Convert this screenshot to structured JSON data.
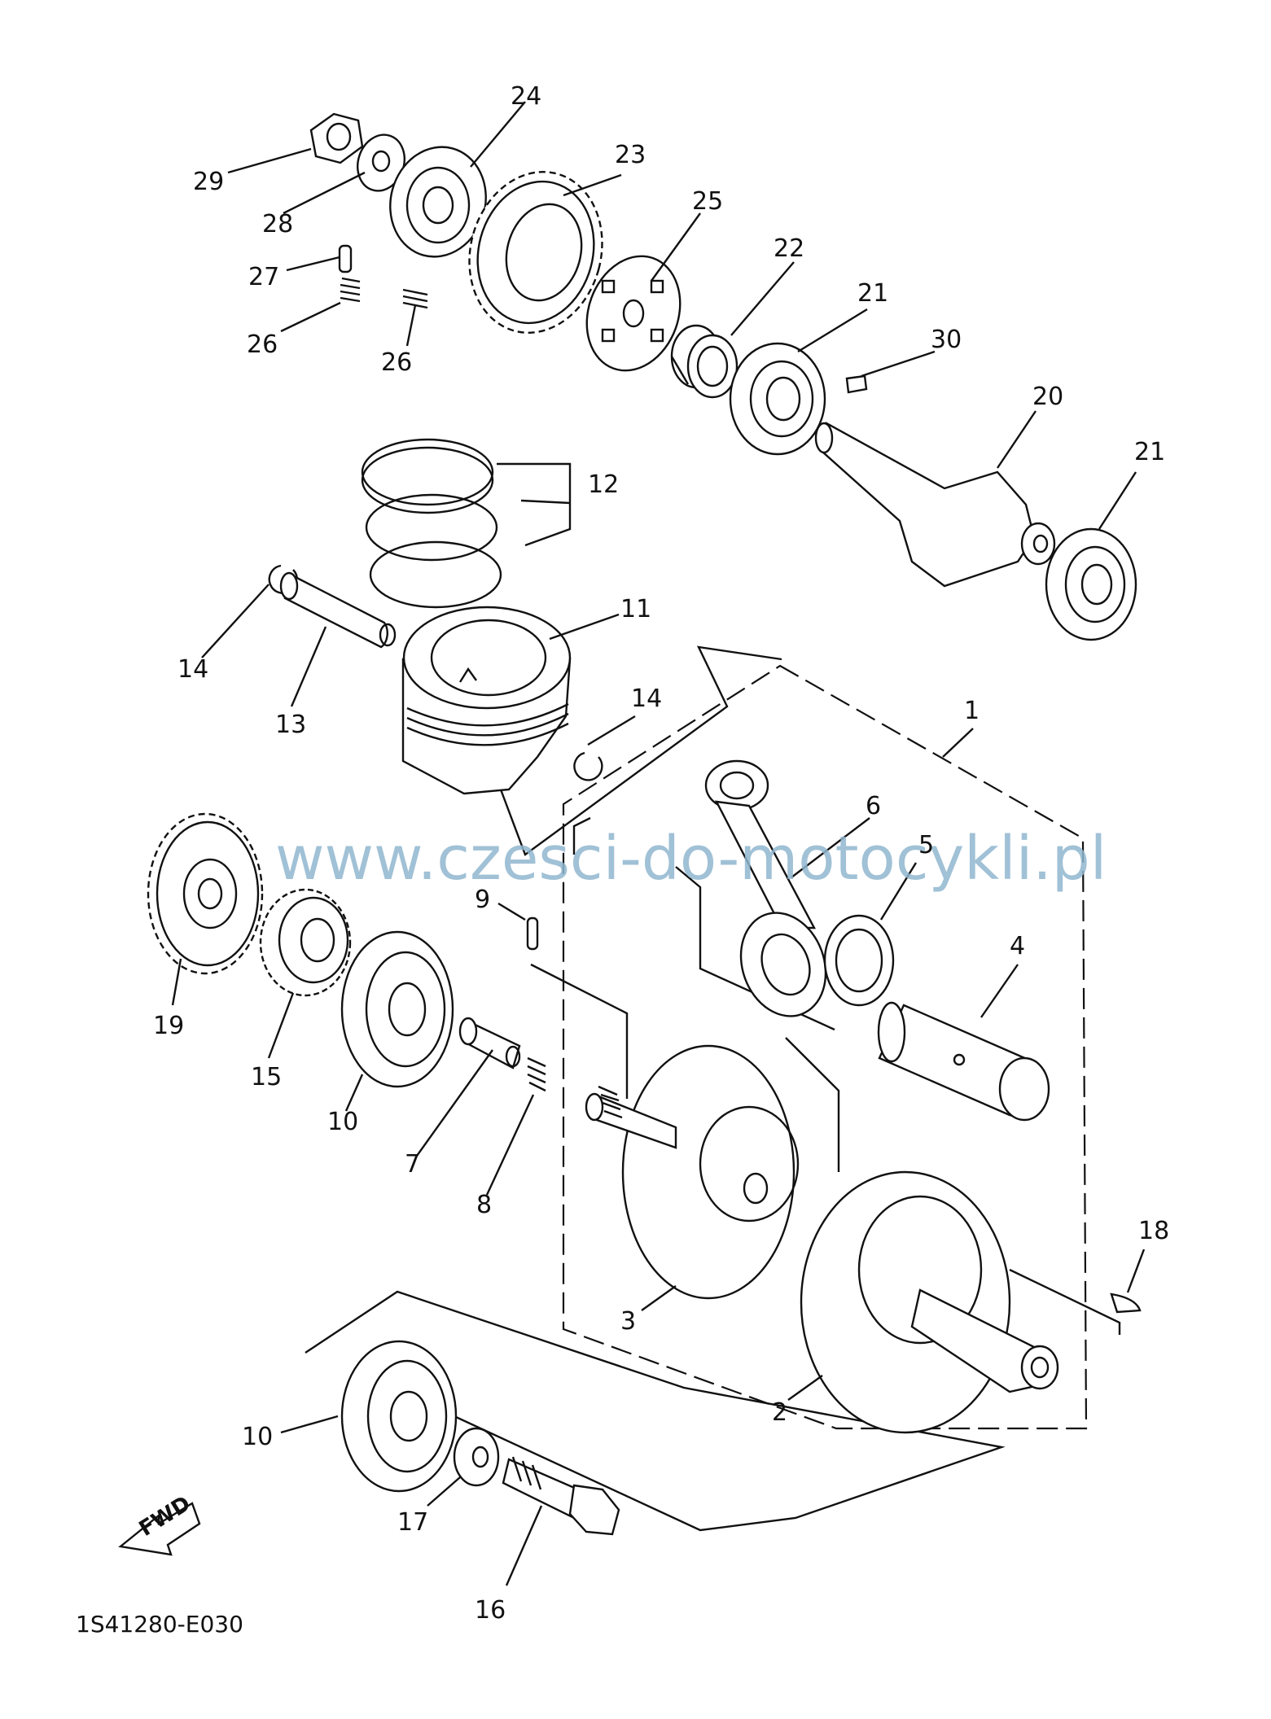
{
  "diagram": {
    "reference_code": "1S41280-E030",
    "watermark": "www.czesci-do-motocykli.pl",
    "direction_indicator": "FWD",
    "callouts": [
      {
        "part": "1"
      },
      {
        "part": "2"
      },
      {
        "part": "3"
      },
      {
        "part": "4"
      },
      {
        "part": "5"
      },
      {
        "part": "6"
      },
      {
        "part": "7"
      },
      {
        "part": "8"
      },
      {
        "part": "9"
      },
      {
        "part": "10"
      },
      {
        "part": "10"
      },
      {
        "part": "11"
      },
      {
        "part": "12"
      },
      {
        "part": "13"
      },
      {
        "part": "14"
      },
      {
        "part": "14"
      },
      {
        "part": "15"
      },
      {
        "part": "16"
      },
      {
        "part": "17"
      },
      {
        "part": "18"
      },
      {
        "part": "19"
      },
      {
        "part": "20"
      },
      {
        "part": "21"
      },
      {
        "part": "21"
      },
      {
        "part": "22"
      },
      {
        "part": "23"
      },
      {
        "part": "24"
      },
      {
        "part": "25"
      },
      {
        "part": "26"
      },
      {
        "part": "26"
      },
      {
        "part": "27"
      },
      {
        "part": "28"
      },
      {
        "part": "29"
      },
      {
        "part": "30"
      }
    ]
  }
}
